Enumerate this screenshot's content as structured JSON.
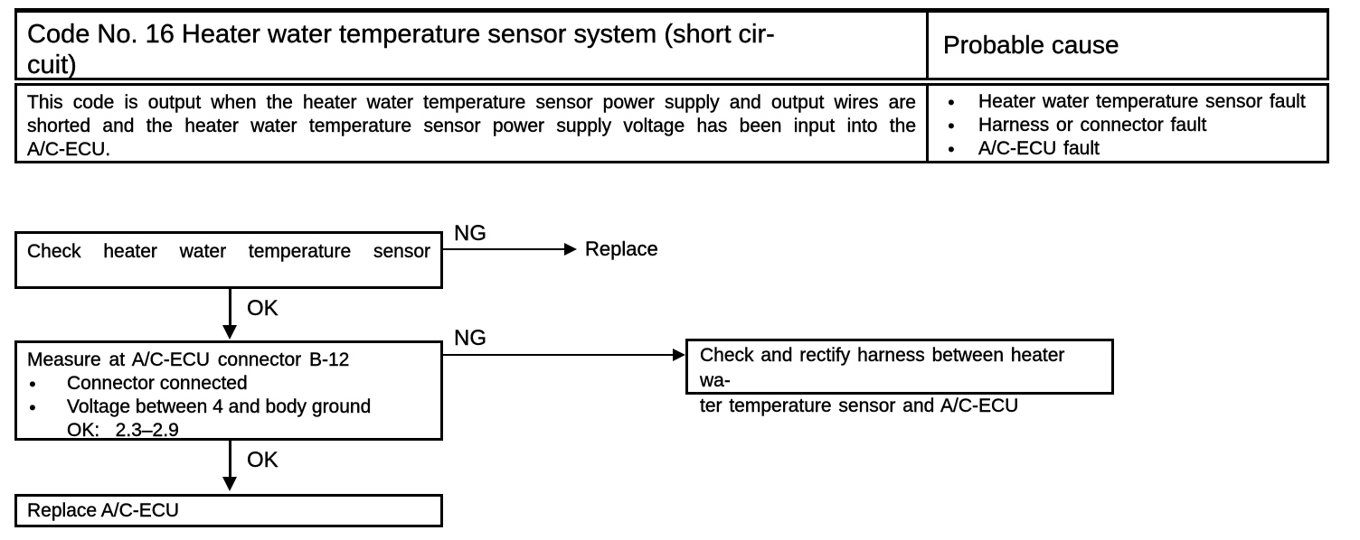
{
  "table": {
    "header": {
      "title": "Code No. 16 Heater water temperature sensor system (short cir-\ncuit)",
      "probable_cause_label": "Probable cause"
    },
    "description": {
      "line1": "This code is output when the heater water temperature sensor power supply and output wires are",
      "line2": "shorted and the heater water temperature sensor power supply voltage has been input into the",
      "line3": "A/C-ECU."
    },
    "causes": {
      "bullet_glyph": "●",
      "items": [
        "Heater water temperature sensor fault",
        "Harness or connector fault",
        "A/C-ECU fault"
      ]
    }
  },
  "flowchart": {
    "step1": {
      "text": "Check heater water temperature sensor",
      "ng_label": "NG",
      "ng_result": "Replace",
      "ok_label": "OK"
    },
    "step2": {
      "title": "Measure at A/C-ECU connector B-12",
      "bullet_glyph": "●",
      "bullet1": "Connector connected",
      "bullet2": "Voltage between 4 and body ground",
      "ok_spec": "OK:   2.3–2.9",
      "ng_label": "NG",
      "ok_label": "OK"
    },
    "harness_box": {
      "text": "Check and rectify harness between heater wa-\nter temperature sensor and A/C-ECU"
    },
    "final_box": {
      "text": "Replace A/C-ECU"
    }
  }
}
